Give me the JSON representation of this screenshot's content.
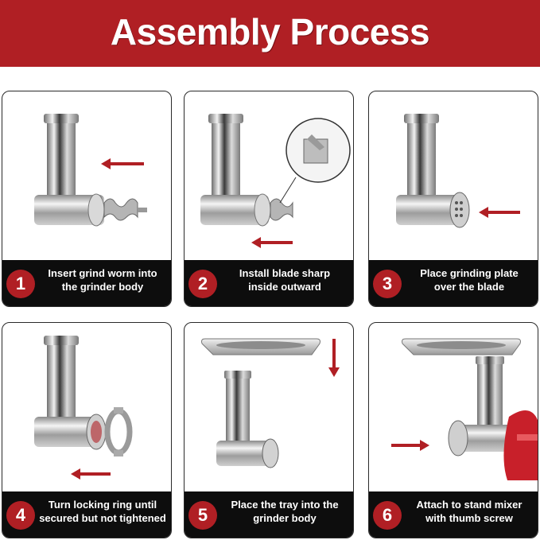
{
  "title": "Assembly Process",
  "colors": {
    "accent": "#b01f24",
    "caption_bg": "#0d0d0d",
    "metal": "#c8c8c8"
  },
  "steps": [
    {
      "number": "1",
      "line1": "Insert grind worm into",
      "line2": "the grinder body"
    },
    {
      "number": "2",
      "line1": "Install blade sharp",
      "line2": "inside outward"
    },
    {
      "number": "3",
      "line1": "Place grinding plate",
      "line2": "over the blade"
    },
    {
      "number": "4",
      "line1": "Turn locking ring until",
      "line2": "secured but not tightened"
    },
    {
      "number": "5",
      "line1": "Place the tray into the",
      "line2": "grinder body"
    },
    {
      "number": "6",
      "line1": "Attach to stand mixer",
      "line2": "with thumb screw"
    }
  ]
}
